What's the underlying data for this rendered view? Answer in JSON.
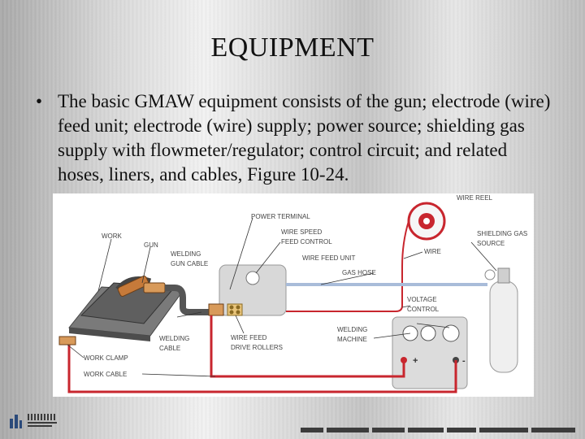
{
  "slide": {
    "title": "EQUIPMENT",
    "bullet_symbol": "•",
    "bullet_text": "The basic GMAW equipment consists of the gun; electrode (wire) feed unit; electrode (wire) supply; power source; shielding gas supply with flowmeter/regulator; control circuit; and related hoses, liners, and cables, Figure 10-24."
  },
  "figure": {
    "labels": {
      "wire_reel": "WIRE REEL",
      "power_terminal": "POWER TERMINAL",
      "work": "WORK",
      "gun": "GUN",
      "wire_speed_feed_control": [
        "WIRE SPEED",
        "FEED CONTROL"
      ],
      "shielding_gas_source": [
        "SHIELDING GAS",
        "SOURCE"
      ],
      "wire": "WIRE",
      "welding_gun_cable": [
        "WELDING",
        "GUN CABLE"
      ],
      "wire_feed_unit": "WIRE FEED UNIT",
      "gas_hose": "GAS HOSE",
      "voltage_control": [
        "VOLTAGE",
        "CONTROL"
      ],
      "welding_machine": [
        "WELDING",
        "MACHINE"
      ],
      "welding_cable": [
        "WELDING",
        "CABLE"
      ],
      "wire_feed_drive_rollers": [
        "WIRE FEED",
        "DRIVE ROLLERS"
      ],
      "work_clamp": "WORK CLAMP",
      "work_cable": "WORK CABLE",
      "plus": "+",
      "minus": "-"
    },
    "colors": {
      "cable_red": "#c8262e",
      "gas_hose_blue": "#a9bcd9",
      "equipment_gray": "#d9d9d9",
      "metal_dark": "#6a6a6a"
    }
  }
}
